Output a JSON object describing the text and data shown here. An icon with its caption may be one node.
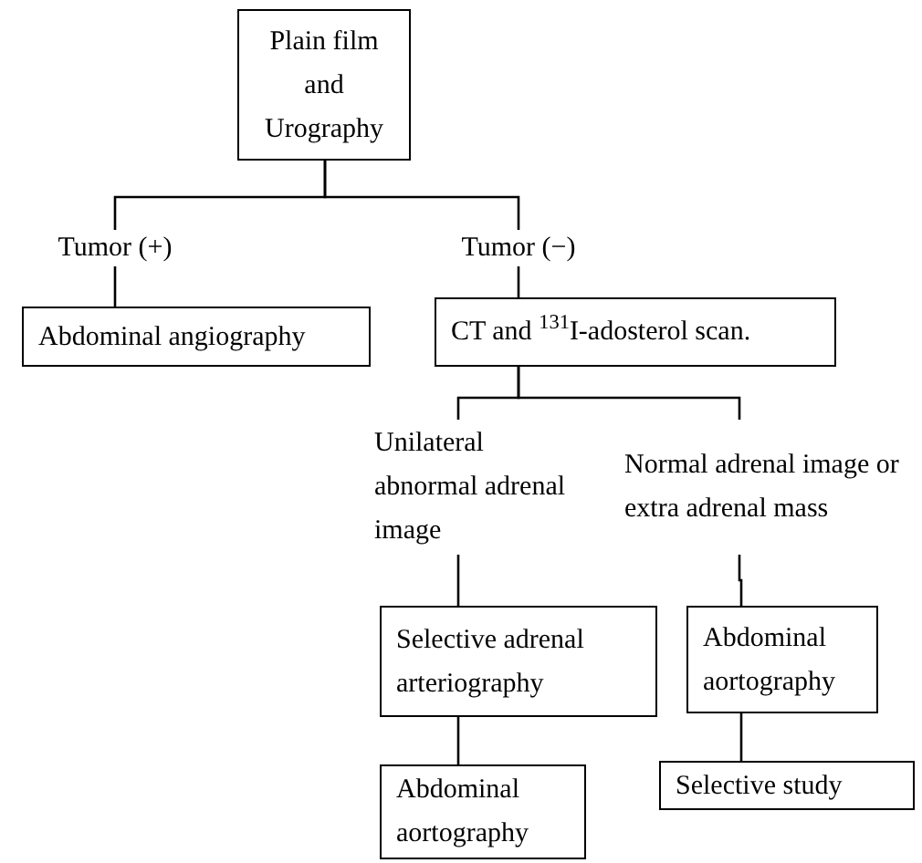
{
  "diagram": {
    "nodes": [
      {
        "text": [
          "Plain film and Urography"
        ]
      },
      {
        "text": [
          "Tumor (+)"
        ]
      },
      {
        "text": [
          "Abdominal angiography"
        ]
      },
      {
        "text": [
          "Tumor (−)"
        ]
      },
      {
        "text": [
          "CT and $^{131}$I-adosterol scan."
        ]
      },
      {
        "text": [
          "Unilateral abnormal adrenal image"
        ]
      },
      {
        "text": [
          "Normal adrenal image or extra adrenal mass"
        ]
      },
      {
        "text": [
          "Selective adrenal arteriography"
        ]
      },
      {
        "text": [
          "Abdominal aortography"
        ]
      },
      {
        "text": [
          "Abdominal aortography"
        ]
      },
      {
        "text": [
          "Selective study"
        ]
      }
    ],
    "edges": [
      {
        "from": 0,
        "to": 1,
        "arrow": "none"
      },
      {
        "from": 0,
        "to": 3,
        "arrow": "none"
      },
      {
        "from": 1,
        "to": 2,
        "arrow": "none"
      },
      {
        "from": 3,
        "to": 4,
        "arrow": "none"
      },
      {
        "from": 4,
        "to": 5,
        "arrow": "none"
      },
      {
        "from": 4,
        "to": 6,
        "arrow": "none"
      },
      {
        "from": 5,
        "to": 7,
        "arrow": "none"
      },
      {
        "from": 6,
        "to": 8,
        "arrow": "none"
      },
      {
        "from": 7,
        "to": 9,
        "arrow": "none"
      },
      {
        "from": 8,
        "to": 10,
        "arrow": "none"
      }
    ]
  }
}
